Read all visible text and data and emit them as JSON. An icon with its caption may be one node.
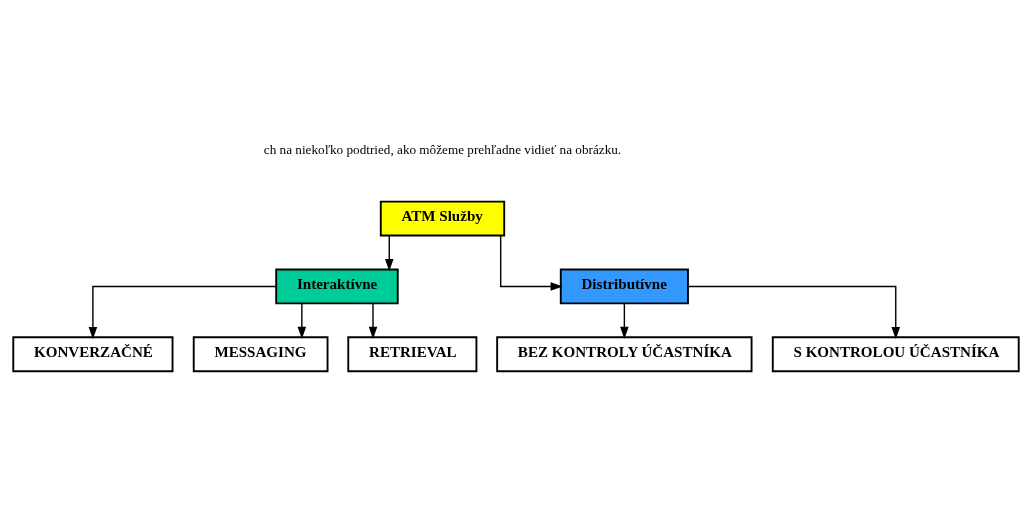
{
  "diagram": {
    "nodes": [
      {
        "text": [
          "ATM Služby"
        ]
      },
      {
        "text": [
          "Interaktívne"
        ]
      },
      {
        "text": [
          "Distributívne"
        ]
      },
      {
        "text": [
          "KONVERZAČNÉ"
        ]
      },
      {
        "text": [
          "MESSAGING"
        ]
      },
      {
        "text": [
          "RETRIEVAL"
        ]
      },
      {
        "text": [
          "BEZ KONTROLY ÚČASTNÍKA"
        ]
      },
      {
        "text": [
          "S KONTROLOU ÚČASTNÍKA"
        ]
      }
    ],
    "edges": [
      {
        "from": 0,
        "to": 1,
        "arrow": "to"
      },
      {
        "from": 0,
        "to": 2,
        "arrow": "to"
      },
      {
        "from": 1,
        "to": 3,
        "arrow": "to"
      },
      {
        "from": 1,
        "to": 4,
        "arrow": "to"
      },
      {
        "from": 1,
        "to": 5,
        "arrow": "to"
      },
      {
        "from": 2,
        "to": 6,
        "arrow": "to"
      },
      {
        "from": 2,
        "to": 7,
        "arrow": "to"
      }
    ],
    "labels": [
      "ch na niekoľko podtried, ako môžeme prehľadne vidieť na obrázku."
    ]
  }
}
